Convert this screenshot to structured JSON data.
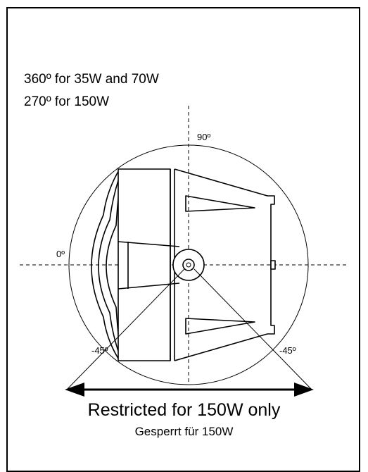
{
  "notes": {
    "line1": "360º for 35W and 70W",
    "line2": "270º for 150W"
  },
  "angles": {
    "top": "90º",
    "left": "0º",
    "lower_left": "-45º",
    "lower_right": "-45º"
  },
  "caption": {
    "main": "Restricted for 150W only",
    "sub": "Gesperrt für 150W"
  }
}
